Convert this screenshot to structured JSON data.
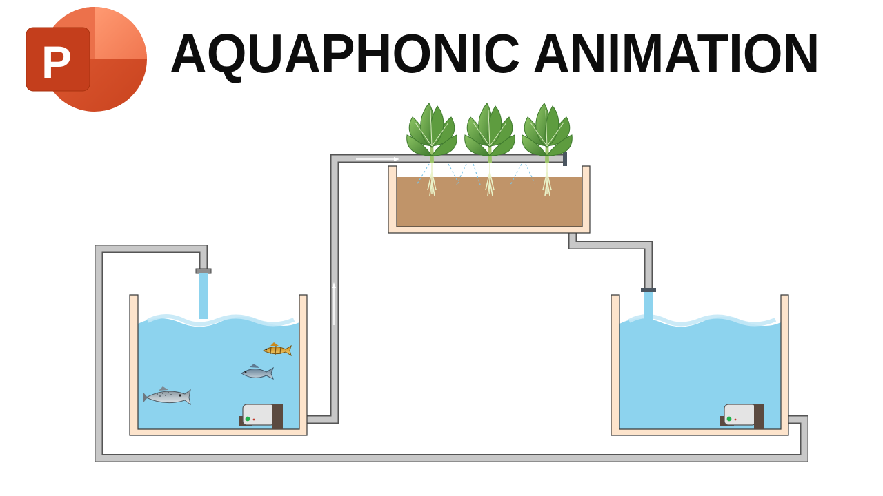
{
  "title": "AQUAPHONIC ANIMATION",
  "logo": {
    "letter": "P",
    "icon": "powerpoint-logo-icon",
    "colors": {
      "back": "#ED6C47",
      "front": "#C43E1C",
      "light": "#FF8F6B"
    }
  },
  "colors": {
    "water": "#8DD3EE",
    "water_light": "#B9E4F5",
    "tank_frame": "#FDE4CC",
    "tank_outline": "#3a3a3a",
    "soil": "#C09469",
    "pipe": "#C8C8C8",
    "pump_body": "#E4E4E4",
    "pump_cap": "#5B4A40",
    "leaf": "#62A045",
    "leaf_dark": "#3F7A2E"
  },
  "diagram": {
    "tanks": [
      "fish-tank",
      "grow-bed",
      "sump-tank"
    ],
    "fish_count": 3,
    "plant_count": 3
  }
}
